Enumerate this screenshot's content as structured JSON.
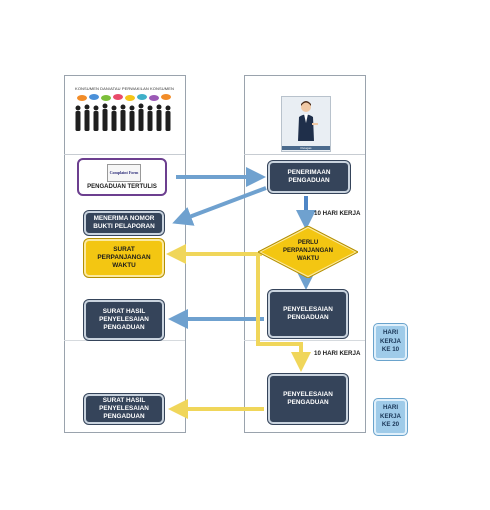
{
  "lanes": {
    "left_title": "KONSUMEN DAN/ATAU PERWAKILAN KONSUMEN",
    "right_caption": "Petugas"
  },
  "form_card": {
    "image_text": "Complaint Form",
    "label": "PENGADUAN TERTULIS"
  },
  "boxes": {
    "penerimaan": "PENERIMAAN PENGADUAN",
    "nomor_bukti": "MENERIMA NOMOR BUKTI PELAPORAN",
    "surat_perpanjangan": "SURAT PERPANJANGAN WAKTU",
    "perlu_perpanjangan": "PERLU PERPANJANGAN WAKTU",
    "penyelesaian_1": "PENYELESAIAN PENGADUAN",
    "surat_hasil_1": "SURAT HASIL PENYELESAIAN PENGADUAN",
    "penyelesaian_2": "PENYELESAIAN PENGADUAN",
    "surat_hasil_2": "SURAT HASIL PENYELESAIAN PENGADUAN"
  },
  "labels": {
    "kerja_1": "10 HARI KERJA",
    "kerja_2": "10 HARI KERJA"
  },
  "day_badges": {
    "badge_1": "HARI KERJA KE 10",
    "badge_2": "HARI KERJA KE 20"
  },
  "colors": {
    "dark_box": "#35445a",
    "yellow_box": "#f3c612",
    "blue_arrow": "#6fa1cf",
    "yellow_arrow": "#f5dd6a",
    "day_badge": "#9fcbe9"
  }
}
